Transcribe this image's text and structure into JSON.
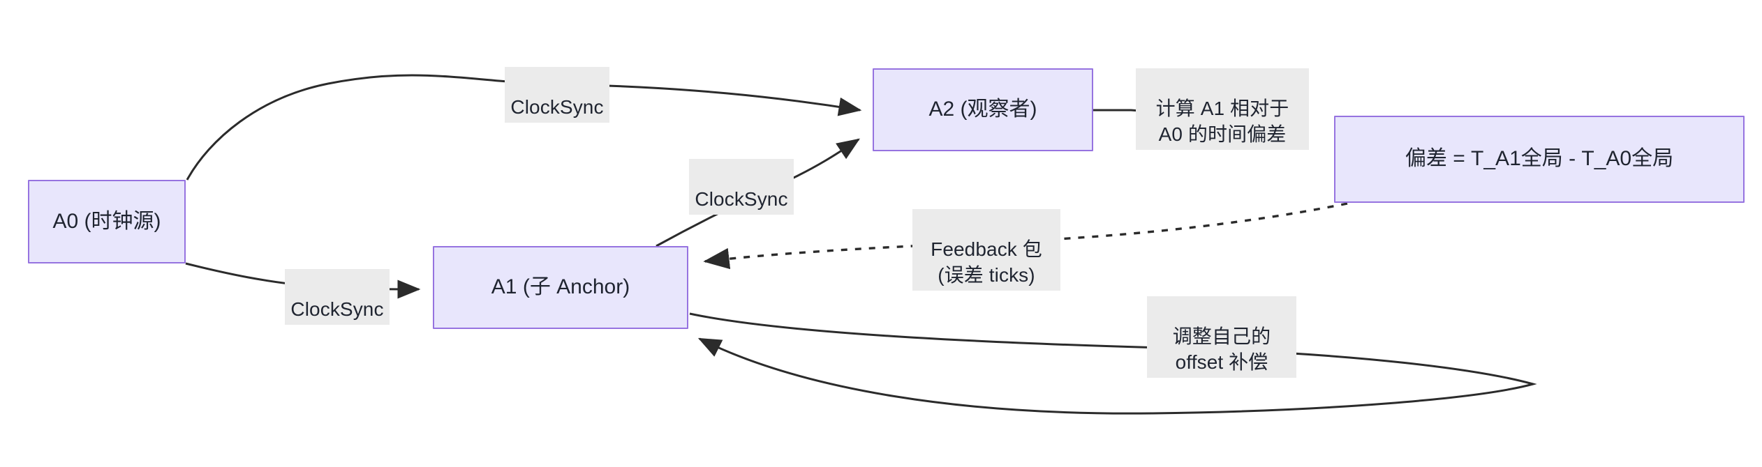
{
  "diagram": {
    "type": "flowchart",
    "title": "",
    "background_color": "#ffffff",
    "node_fill_color": "#e8e6fc",
    "node_border_color": "#9673e0",
    "edge_color": "#2b2b2b",
    "label_background_color": "#ebebeb",
    "nodes": [
      {
        "id": "A0",
        "label": "A0 (时钟源)"
      },
      {
        "id": "A1",
        "label": "A1 (子 Anchor)"
      },
      {
        "id": "A2",
        "label": "A2 (观察者)"
      },
      {
        "id": "CALC",
        "label": "偏差 = T_A1全局 - T_A0全局"
      }
    ],
    "edges": [
      {
        "id": "e-a0-a2",
        "from": "A0",
        "to": "A2",
        "label": "ClockSync",
        "style": "solid",
        "arrow": "end"
      },
      {
        "id": "e-a0-a1",
        "from": "A0",
        "to": "A1",
        "label": "ClockSync",
        "style": "solid",
        "arrow": "end"
      },
      {
        "id": "e-a1-a2",
        "from": "A1",
        "to": "A2",
        "label": "ClockSync",
        "style": "solid",
        "arrow": "end"
      },
      {
        "id": "e-a2-calc",
        "from": "A2",
        "to": "CALC",
        "label": "计算 A1 相对于\nA0 的时间偏差",
        "style": "solid",
        "arrow": "end"
      },
      {
        "id": "e-calc-a1",
        "from": "CALC",
        "to": "A1",
        "label": "Feedback 包\n(误差 ticks)",
        "style": "dotted",
        "arrow": "end"
      },
      {
        "id": "e-a1-a1",
        "from": "A1",
        "to": "A1",
        "label": "调整自己的\noffset 补偿",
        "style": "solid",
        "arrow": "end"
      }
    ]
  }
}
